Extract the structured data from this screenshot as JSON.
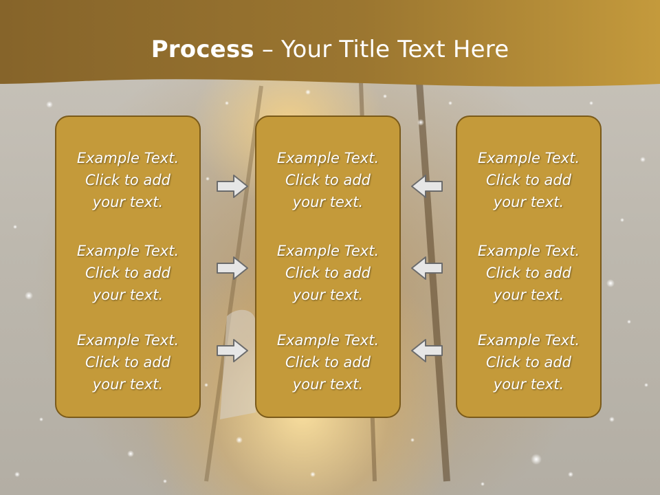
{
  "slide": {
    "title_bold": "Process",
    "title_rest": " – Your Title Text Here"
  },
  "columns": [
    {
      "items": [
        {
          "line1": "Example Text.",
          "line2": "Click  to add",
          "line3": "your text."
        },
        {
          "line1": "Example Text.",
          "line2": "Click  to add",
          "line3": "your text."
        },
        {
          "line1": "Example Text.",
          "line2": "Click  to add",
          "line3": "your text."
        }
      ]
    },
    {
      "items": [
        {
          "line1": "Example Text.",
          "line2": "Click  to add",
          "line3": "your text."
        },
        {
          "line1": "Example Text.",
          "line2": "Click  to add",
          "line3": "your text."
        },
        {
          "line1": "Example Text.",
          "line2": "Click  to add",
          "line3": "your text."
        }
      ]
    },
    {
      "items": [
        {
          "line1": "Example Text.",
          "line2": "Click  to add",
          "line3": "your text."
        },
        {
          "line1": "Example Text.",
          "line2": "Click  to add",
          "line3": "your text."
        },
        {
          "line1": "Example Text.",
          "line2": "Click  to add",
          "line3": "your text."
        }
      ]
    }
  ],
  "arrows": {
    "left_to_center": "arrow-right-icon",
    "right_to_center": "arrow-left-icon"
  },
  "colors": {
    "header_band": "#9a7428",
    "box_fill": "#c49a3a",
    "box_border": "#7a5a1a",
    "arrow_fill": "#e6e6e6",
    "arrow_stroke": "#6b6b6b",
    "text": "#ffffff"
  }
}
